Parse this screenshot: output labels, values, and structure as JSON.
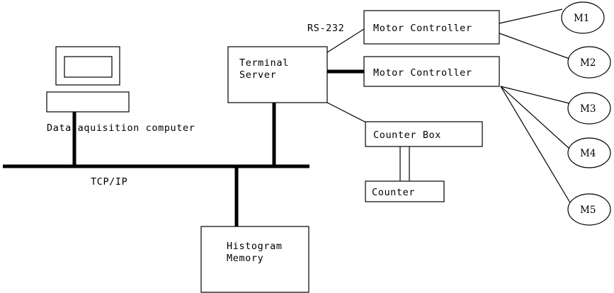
{
  "diagram": {
    "title": "Data acquisition system block diagram",
    "colors": {
      "background": "#ffffff",
      "stroke": "#000000",
      "fill": "#ffffff"
    },
    "nodes": {
      "monitor": {
        "name": "monitor-screen",
        "label": ""
      },
      "keyboard": {
        "name": "computer-base",
        "label": ""
      },
      "data_acq_label": {
        "label": "Data aquisition computer"
      },
      "terminal_server": {
        "label_line1": "Terminal",
        "label_line2": "Server"
      },
      "motor_controller_1": {
        "label": "Motor Controller"
      },
      "motor_controller_2": {
        "label": "Motor Controller"
      },
      "counter_box": {
        "label": "Counter Box"
      },
      "counter": {
        "label": "Counter"
      },
      "histogram_memory": {
        "label_line1": "Histogram",
        "label_line2": "Memory"
      },
      "motors": [
        {
          "label": "M1"
        },
        {
          "label": "M2"
        },
        {
          "label": "M3"
        },
        {
          "label": "M4"
        },
        {
          "label": "M5"
        }
      ]
    },
    "link_labels": {
      "rs232": "RS-232",
      "tcpip": "TCP/IP"
    }
  }
}
